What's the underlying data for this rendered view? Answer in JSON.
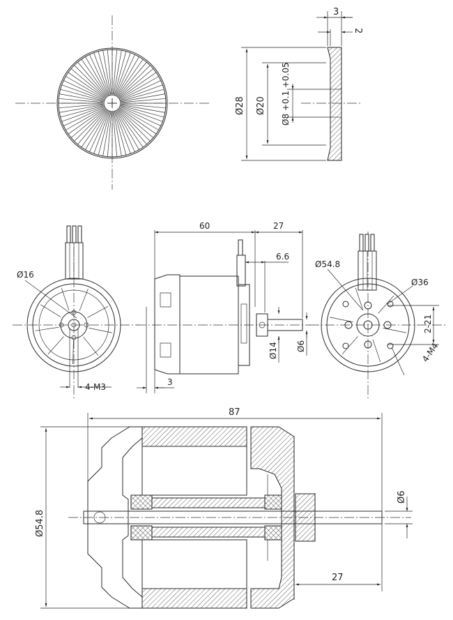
{
  "drawing_views": {
    "top_left": {
      "name": "propeller-adapter-front"
    },
    "top_right": {
      "name": "propeller-adapter-section",
      "labels": [
        "3",
        "2",
        "Ø28",
        "Ø20",
        "Ø8 +0.1 +0.05"
      ]
    },
    "middle_left": {
      "name": "motor-rear-view",
      "labels": [
        "Ø16",
        "4-M3"
      ]
    },
    "middle_center": {
      "name": "motor-side-view",
      "labels": [
        "60",
        "27",
        "6.6",
        "Ø14",
        "Ø6",
        "3"
      ]
    },
    "middle_right": {
      "name": "motor-front-view",
      "labels": [
        "Ø54.8",
        "Ø36",
        "2-21",
        "4-M4"
      ]
    },
    "bottom": {
      "name": "motor-cross-section",
      "labels": [
        "87",
        "Ø54.8",
        "Ø6",
        "27"
      ]
    }
  }
}
